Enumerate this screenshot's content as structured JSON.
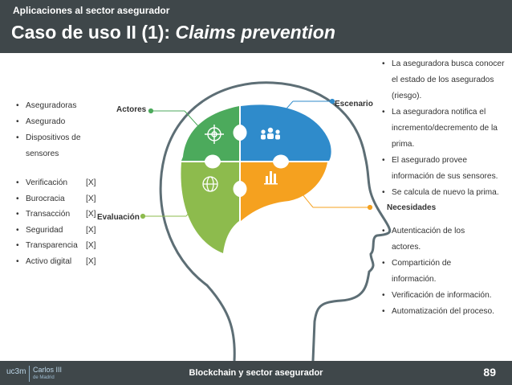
{
  "header": {
    "subtitle": "Aplicaciones al sector asegurador",
    "title_plain": "Caso de uso II (1): ",
    "title_italic": "Claims prevention"
  },
  "labels": {
    "actores": "Actores",
    "escenario": "Escenario",
    "evaluacion": "Evaluación",
    "necesidades": "Necesidades"
  },
  "actores_list": [
    "Aseguradoras",
    "Asegurado",
    "Dispositivos de",
    "sensores"
  ],
  "evaluacion_list": [
    {
      "item": "Verificación",
      "mark": "[X]"
    },
    {
      "item": "Burocracia",
      "mark": "[X]"
    },
    {
      "item": "Transacción",
      "mark": "[X]"
    },
    {
      "item": "Seguridad",
      "mark": "[X]"
    },
    {
      "item": "Transparencia",
      "mark": "[X]"
    },
    {
      "item": "Activo digital",
      "mark": "[X]"
    }
  ],
  "escenario_list": [
    "La aseguradora busca conocer el estado de los asegurados (riesgo).",
    "La aseguradora notifica el incremento/decremento de la prima.",
    "El asegurado provee información de sus sensores.",
    "Se calcula de nuevo la prima."
  ],
  "necesidades_list": [
    "Autenticación de los actores.",
    "Compartición de información.",
    "Verificación de información.",
    "Automatización del proceso."
  ],
  "footer": {
    "text": "Blockchain y sector asegurador",
    "page": "89",
    "logo_uc3m": "uc3m",
    "logo_carlos": "Carlos III",
    "logo_carlos_sub": "de Madrid"
  },
  "colors": {
    "header_bg": "#3f474a",
    "green": "#4caa5c",
    "light_green": "#8dbb4d",
    "blue": "#2f8bcb",
    "orange": "#f5a11f",
    "head_outline": "#5d6e75"
  },
  "icons": [
    "target-icon",
    "people-icon",
    "globe-icon",
    "bar-chart-icon"
  ]
}
